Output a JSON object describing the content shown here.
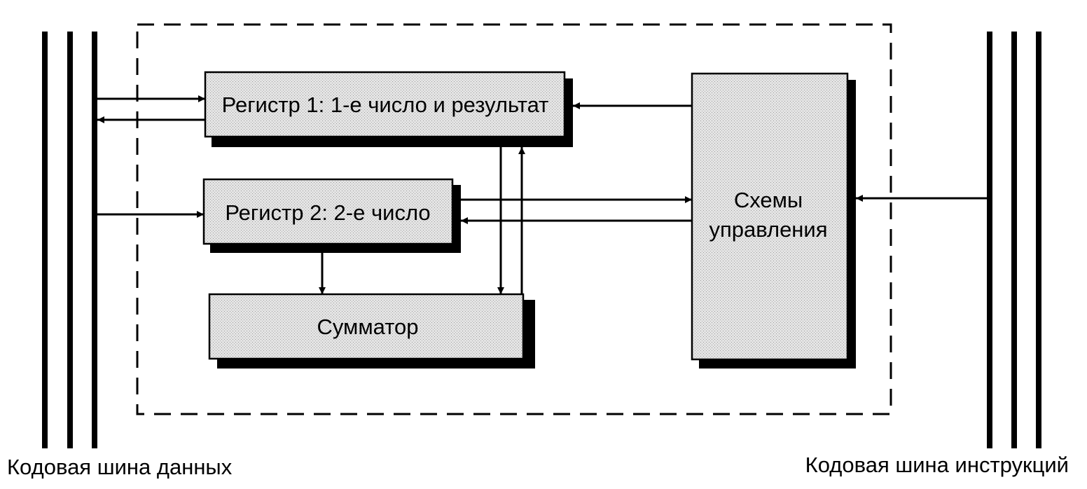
{
  "blocks": {
    "register1": "Регистр 1: 1-е число и результат",
    "register2": "Регистр 2: 2-е число",
    "adder": "Сумматор",
    "control_line1": "Схемы",
    "control_line2": "управления"
  },
  "buses": {
    "data_bus": "Кодовая шина данных",
    "instruction_bus": "Кодовая шина инструкций"
  },
  "colors": {
    "box_fill": "#d9d9d9",
    "ink": "#000000",
    "background": "#ffffff"
  }
}
